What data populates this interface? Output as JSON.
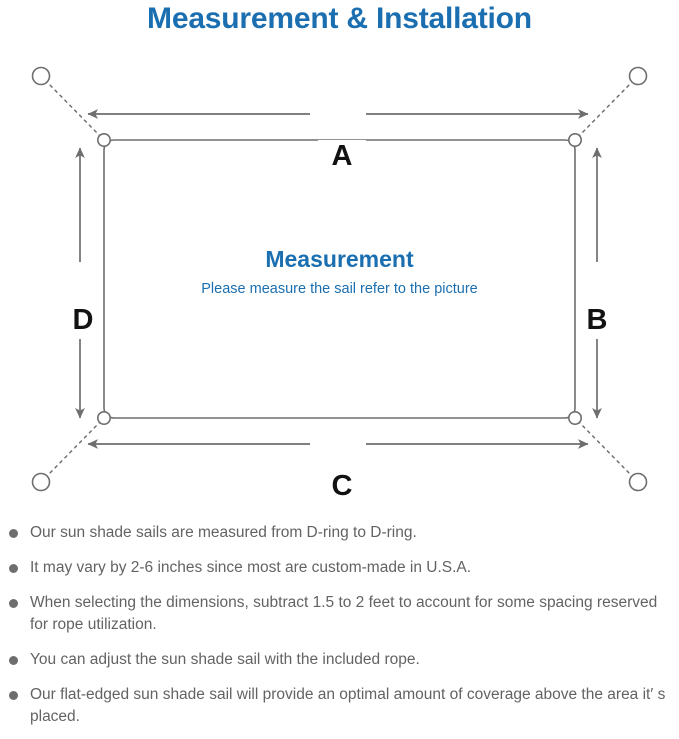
{
  "page": {
    "title": "Measurement & Installation",
    "title_color": "#1b6fb0"
  },
  "diagram": {
    "center_heading": "Measurement",
    "center_subtext": "Please measure the sail refer to the picture",
    "center_text_color": "#1b6fb0",
    "line_color": "#6e6e6e",
    "sail_edge_color": "#6e6e6e",
    "dimension_labels": {
      "top": "A",
      "right": "B",
      "bottom": "C",
      "left": "D"
    },
    "d_rings": [
      {
        "name": "d-ring-top-left"
      },
      {
        "name": "d-ring-top-right"
      },
      {
        "name": "d-ring-bottom-right"
      },
      {
        "name": "d-ring-bottom-left"
      }
    ],
    "anchor_points": [
      {
        "name": "anchor-top-left"
      },
      {
        "name": "anchor-top-right"
      },
      {
        "name": "anchor-bottom-right"
      },
      {
        "name": "anchor-bottom-left"
      }
    ]
  },
  "notes": [
    "Our sun shade sails are measured from D-ring to D-ring.",
    "It may vary by 2-6 inches since most are custom-made in U.S.A.",
    "When selecting the dimensions, subtract 1.5 to 2 feet to account for some spacing reserved for rope utilization.",
    "You can adjust the sun shade sail with the included rope.",
    "Our flat-edged sun shade sail will provide an optimal amount of coverage above the area it′ s placed."
  ]
}
